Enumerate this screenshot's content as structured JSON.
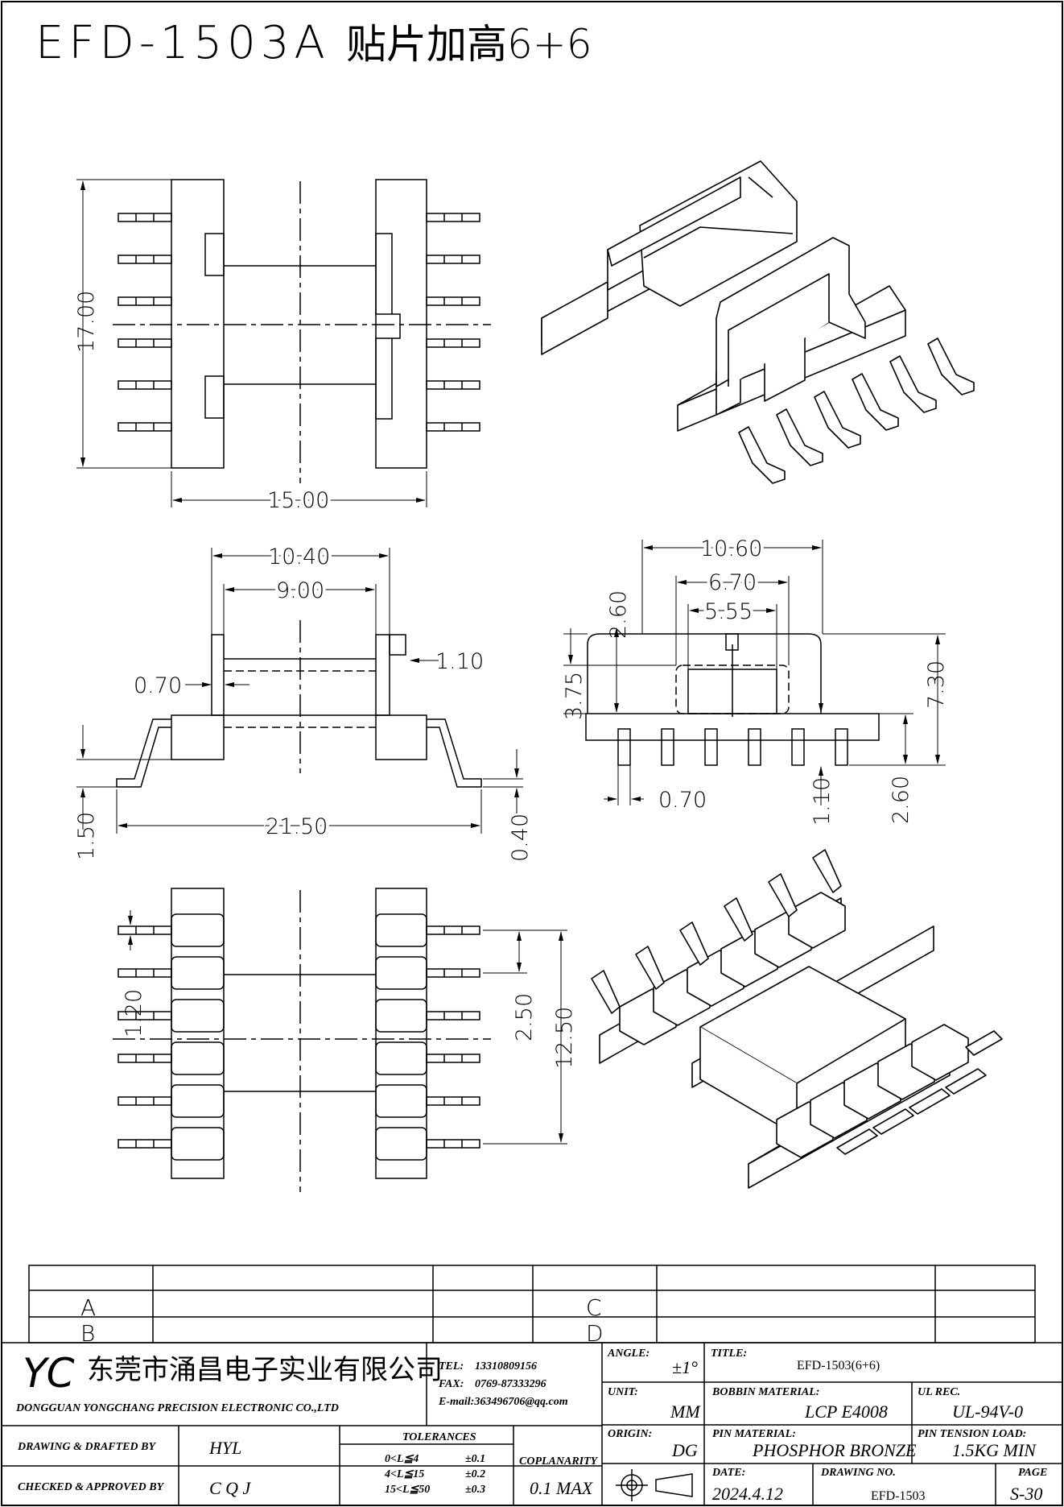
{
  "title": "EFD-1503A",
  "title_cn": "贴片加高6+6",
  "dimensions": {
    "top_view": {
      "height": "17.00",
      "width": "15.00"
    },
    "front_view": {
      "overall": "10.40",
      "inner": "9.00",
      "flange": "1.10",
      "wall": "0.70",
      "span": "21.50",
      "standoff": "1.50",
      "pin_thk": "0.40"
    },
    "side_view": {
      "outer": "10.60",
      "window": "6.70",
      "core": "5.55",
      "top": "2.60",
      "core_h": "3.75",
      "height": "7.30",
      "pin_w": "0.70",
      "pin_gap": "1.10",
      "base": "2.60"
    },
    "bottom_view": {
      "pitch": "2.50",
      "span": "12.50",
      "pin_w": "1.20"
    }
  },
  "revision": {
    "row_a": "A",
    "row_b": "B",
    "row_c": "C",
    "row_d": "D"
  },
  "company": {
    "logo": "YC",
    "name_cn": "东莞市涌昌电子实业有限公司",
    "name_en": "DONGGUAN YONGCHANG PRECISION ELECTRONIC CO.,LTD",
    "tel_label": "TEL:",
    "tel": "13310809156",
    "fax_label": "FAX:",
    "fax": "0769-87333296",
    "email": "E-mail:363496706@qq.com"
  },
  "title_block": {
    "angle_label": "ANGLE:",
    "angle": "±1°",
    "title_label": "TITLE:",
    "title": "EFD-1503(6+6)",
    "unit_label": "UNIT:",
    "unit": "MM",
    "bobbin_label": "BOBBIN MATERIAL:",
    "bobbin": "LCP E4008",
    "ul_label": "UL REC.",
    "ul": "UL-94V-0",
    "origin_label": "ORIGIN:",
    "origin": "DG",
    "pin_mat_label": "PIN MATERIAL:",
    "pin_mat": "PHOSPHOR BRONZE",
    "pin_ten_label": "PIN TENSION LOAD:",
    "pin_ten": "1.5KG MIN",
    "drawn_label": "DRAWING & DRAFTED BY",
    "drawn": "HYL",
    "checked_label": "CHECKED & APPROVED BY",
    "checked": "C Q J",
    "tol_label": "TOLERANCES",
    "tol1": "0<L≦4",
    "tol1v": "±0.1",
    "tol2": "4<L≦15",
    "tol2v": "±0.2",
    "tol3": "15<L≦50",
    "tol3v": "±0.3",
    "copl_label": "COPLANARITY",
    "copl": "0.1 MAX",
    "date_label": "DATE:",
    "date": "2024.4.12",
    "dwg_label": "DRAWING NO.",
    "dwg": "EFD-1503",
    "page_label": "PAGE",
    "page": "S-30"
  }
}
